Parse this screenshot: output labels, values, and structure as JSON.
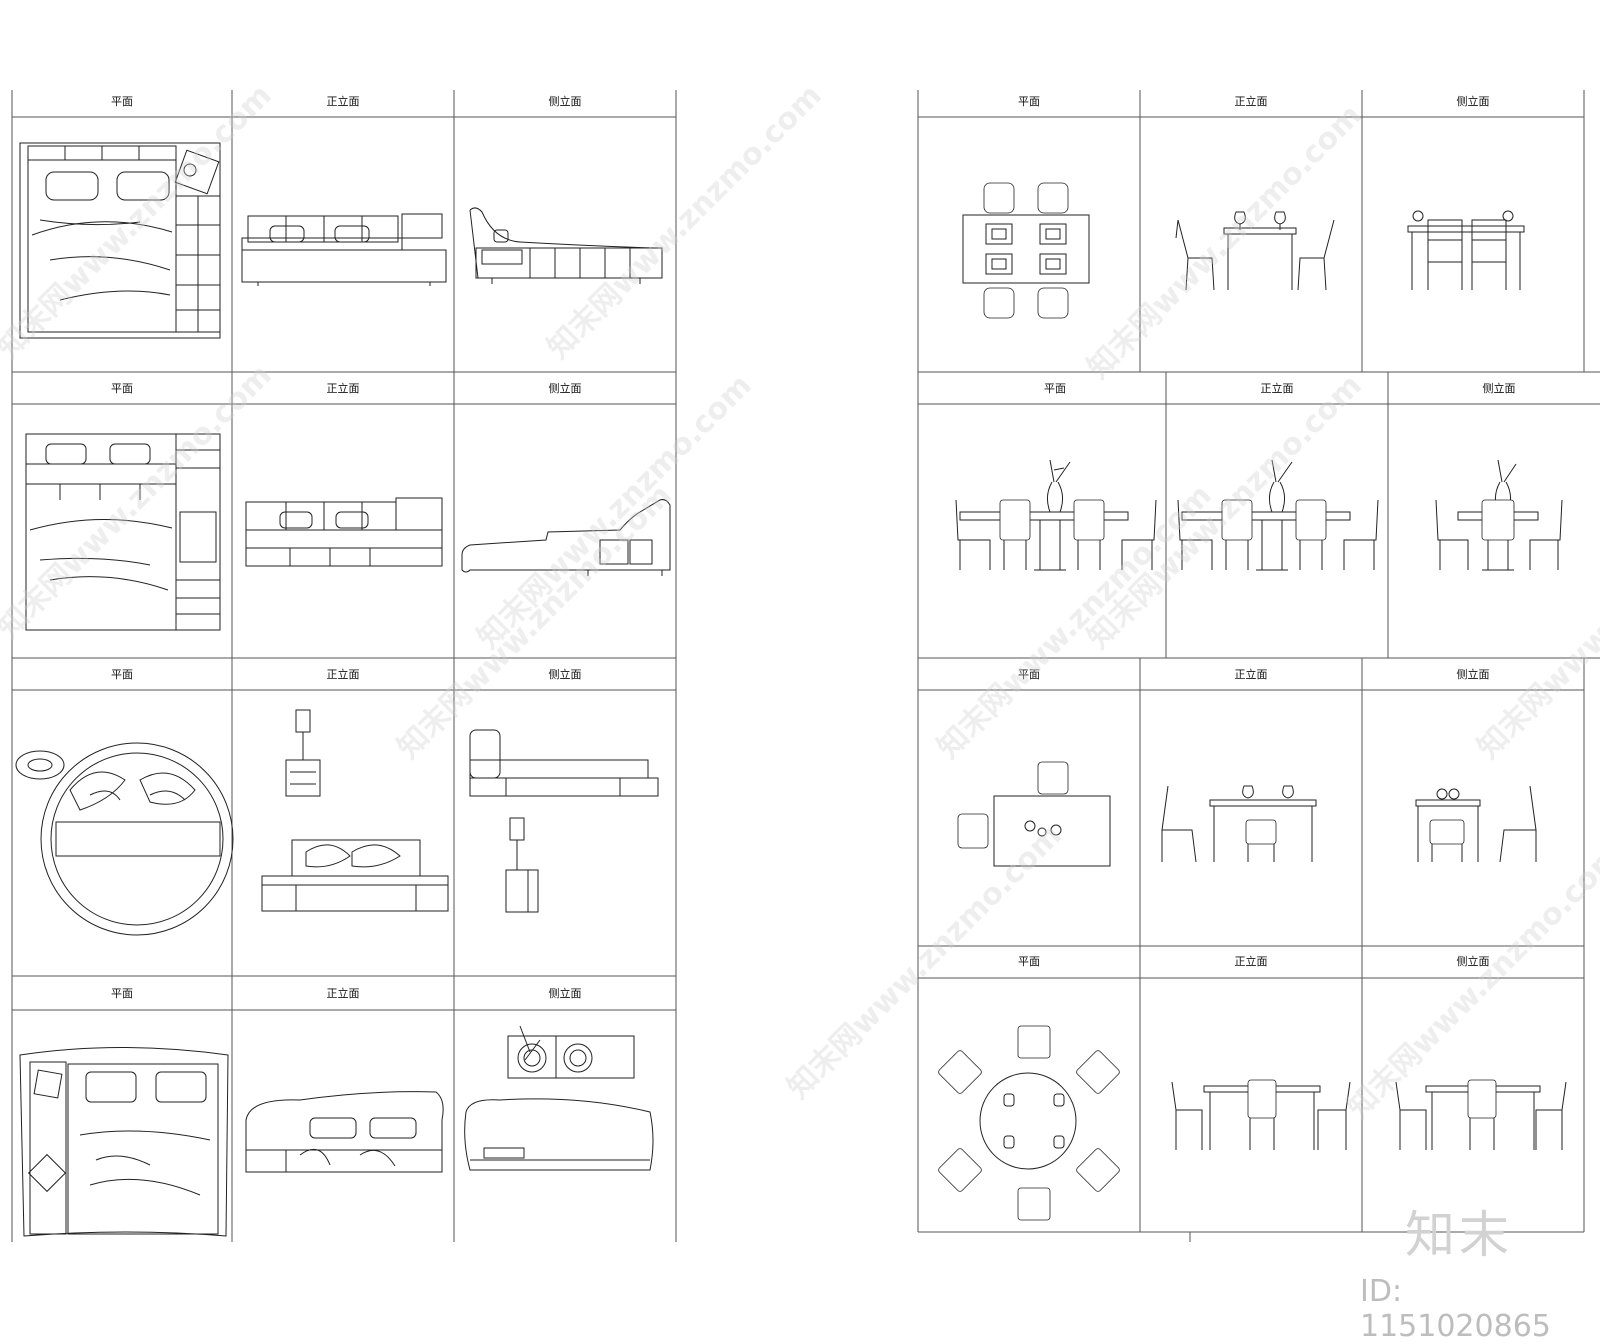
{
  "sheet": {
    "header_plan": "平面",
    "header_front": "正立面",
    "header_side": "侧立面"
  },
  "watermark": {
    "text": "知末网www.znzmo.com",
    "logo": "知末",
    "id": "ID: 1151020865"
  }
}
